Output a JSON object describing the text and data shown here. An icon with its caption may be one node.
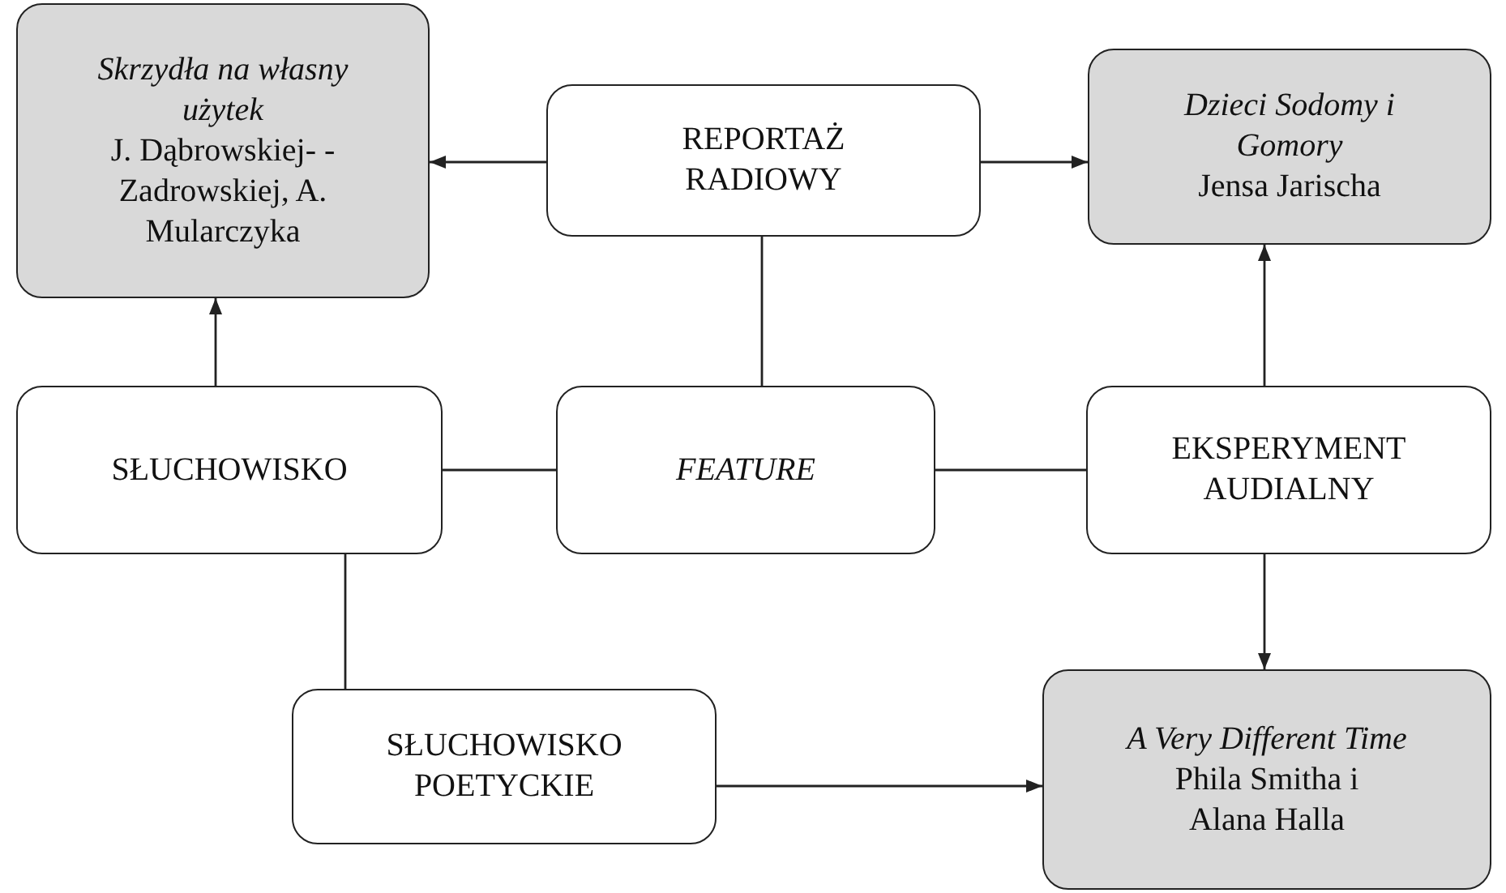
{
  "diagram": {
    "nodes": [
      {
        "text": [
          "Skrzydła na własny użytek",
          "J. Dąbrowskiej- -Zadrowskiej, A. Mularczyka"
        ]
      },
      {
        "text": [
          "REPORTAŻ RADIOWY"
        ]
      },
      {
        "text": [
          "Dzieci Sodomy i Gomory",
          "Jensa Jarischa"
        ]
      },
      {
        "text": [
          "SŁUCHOWISKO"
        ]
      },
      {
        "text": [
          "FEATURE"
        ]
      },
      {
        "text": [
          "EKSPERYMENT AUDIALNY"
        ]
      },
      {
        "text": [
          "SŁUCHOWISKO POETYCKIE"
        ]
      },
      {
        "text": [
          "A Very Different Time",
          "Phila Smitha i Alana Halla"
        ]
      }
    ],
    "edges": [
      {
        "from": 1,
        "to": 0,
        "arrow": "to"
      },
      {
        "from": 1,
        "to": 2,
        "arrow": "to"
      },
      {
        "from": 1,
        "to": 4,
        "arrow": "none"
      },
      {
        "from": 3,
        "to": 0,
        "arrow": "to"
      },
      {
        "from": 3,
        "to": 4,
        "arrow": "none"
      },
      {
        "from": 4,
        "to": 5,
        "arrow": "none"
      },
      {
        "from": 5,
        "to": 2,
        "arrow": "to"
      },
      {
        "from": 5,
        "to": 7,
        "arrow": "to"
      },
      {
        "from": 3,
        "to": 6,
        "arrow": "none"
      },
      {
        "from": 6,
        "to": 7,
        "arrow": "to"
      }
    ]
  }
}
